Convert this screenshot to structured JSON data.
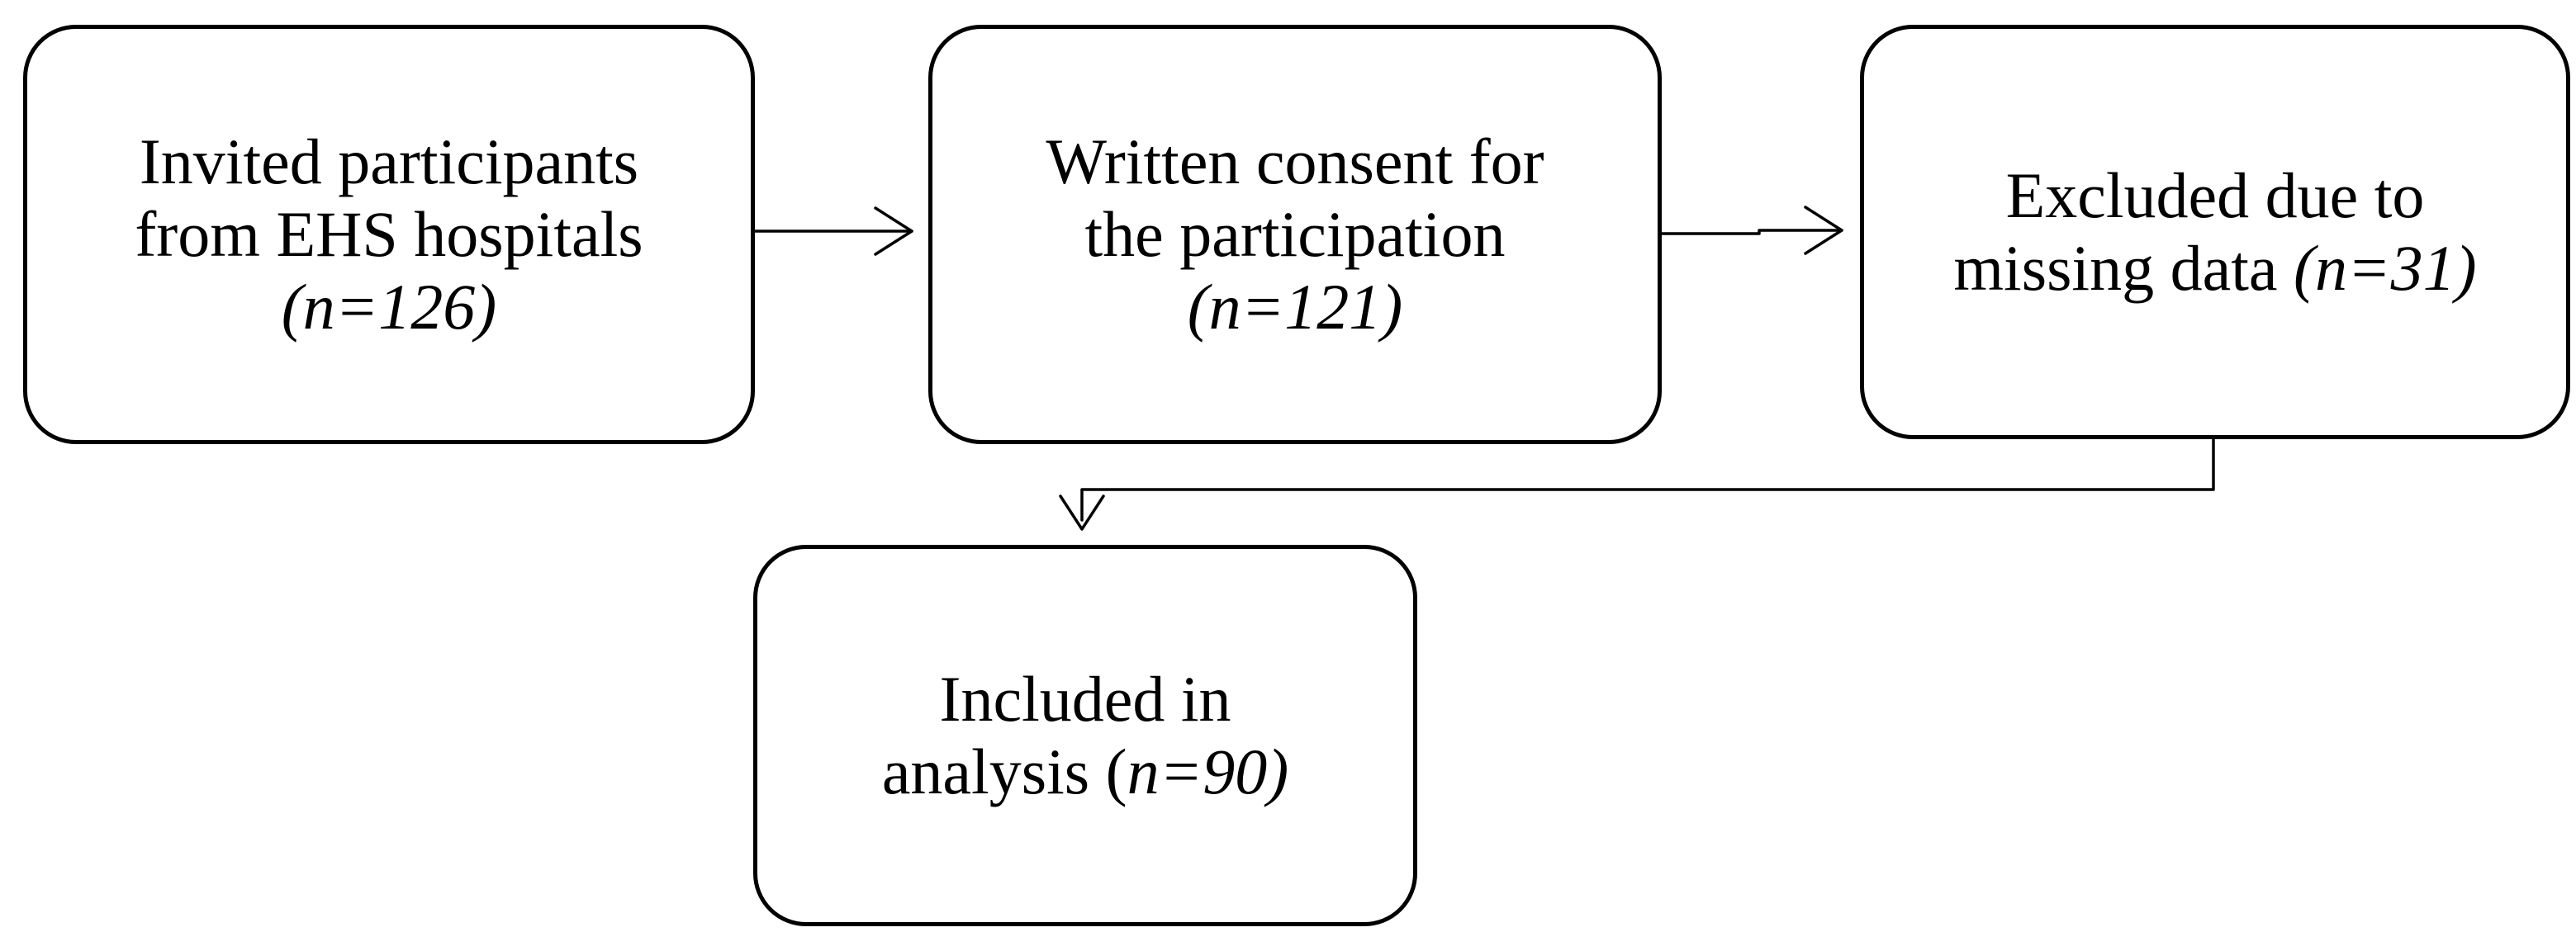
{
  "flowchart": {
    "invited": {
      "line1": "Invited participants",
      "line2": "from EHS  hospitals",
      "count": "(n=126)"
    },
    "consent": {
      "line1": "Written consent for",
      "line2": "the participation",
      "count": "(n=121)"
    },
    "excluded": {
      "line1": "Excluded due to",
      "line2": "missing data ",
      "count": "(n=31)"
    },
    "included": {
      "line1": "Included in",
      "line2": "analysis (",
      "count": "n=90)"
    }
  }
}
